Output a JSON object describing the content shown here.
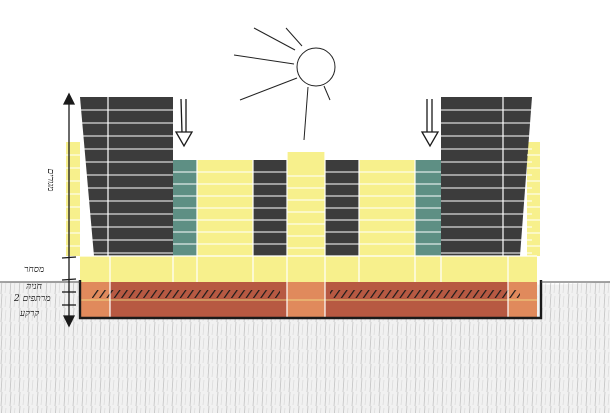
{
  "labels": {
    "residential": "מגורים",
    "commerce": "מסחר",
    "parking": "חניה",
    "basement": "2 מרתפים",
    "ground": "קרקע"
  },
  "colors": {
    "tower": "#3c3c3c",
    "yellow": "#f7f08c",
    "teal": "#5e8f84",
    "orange": "#e08a5c",
    "brown": "#b75942",
    "ground_line": "#4a4a4a"
  },
  "icons": {
    "sun": "sun-icon",
    "arrows": "down-arrow-icon"
  }
}
